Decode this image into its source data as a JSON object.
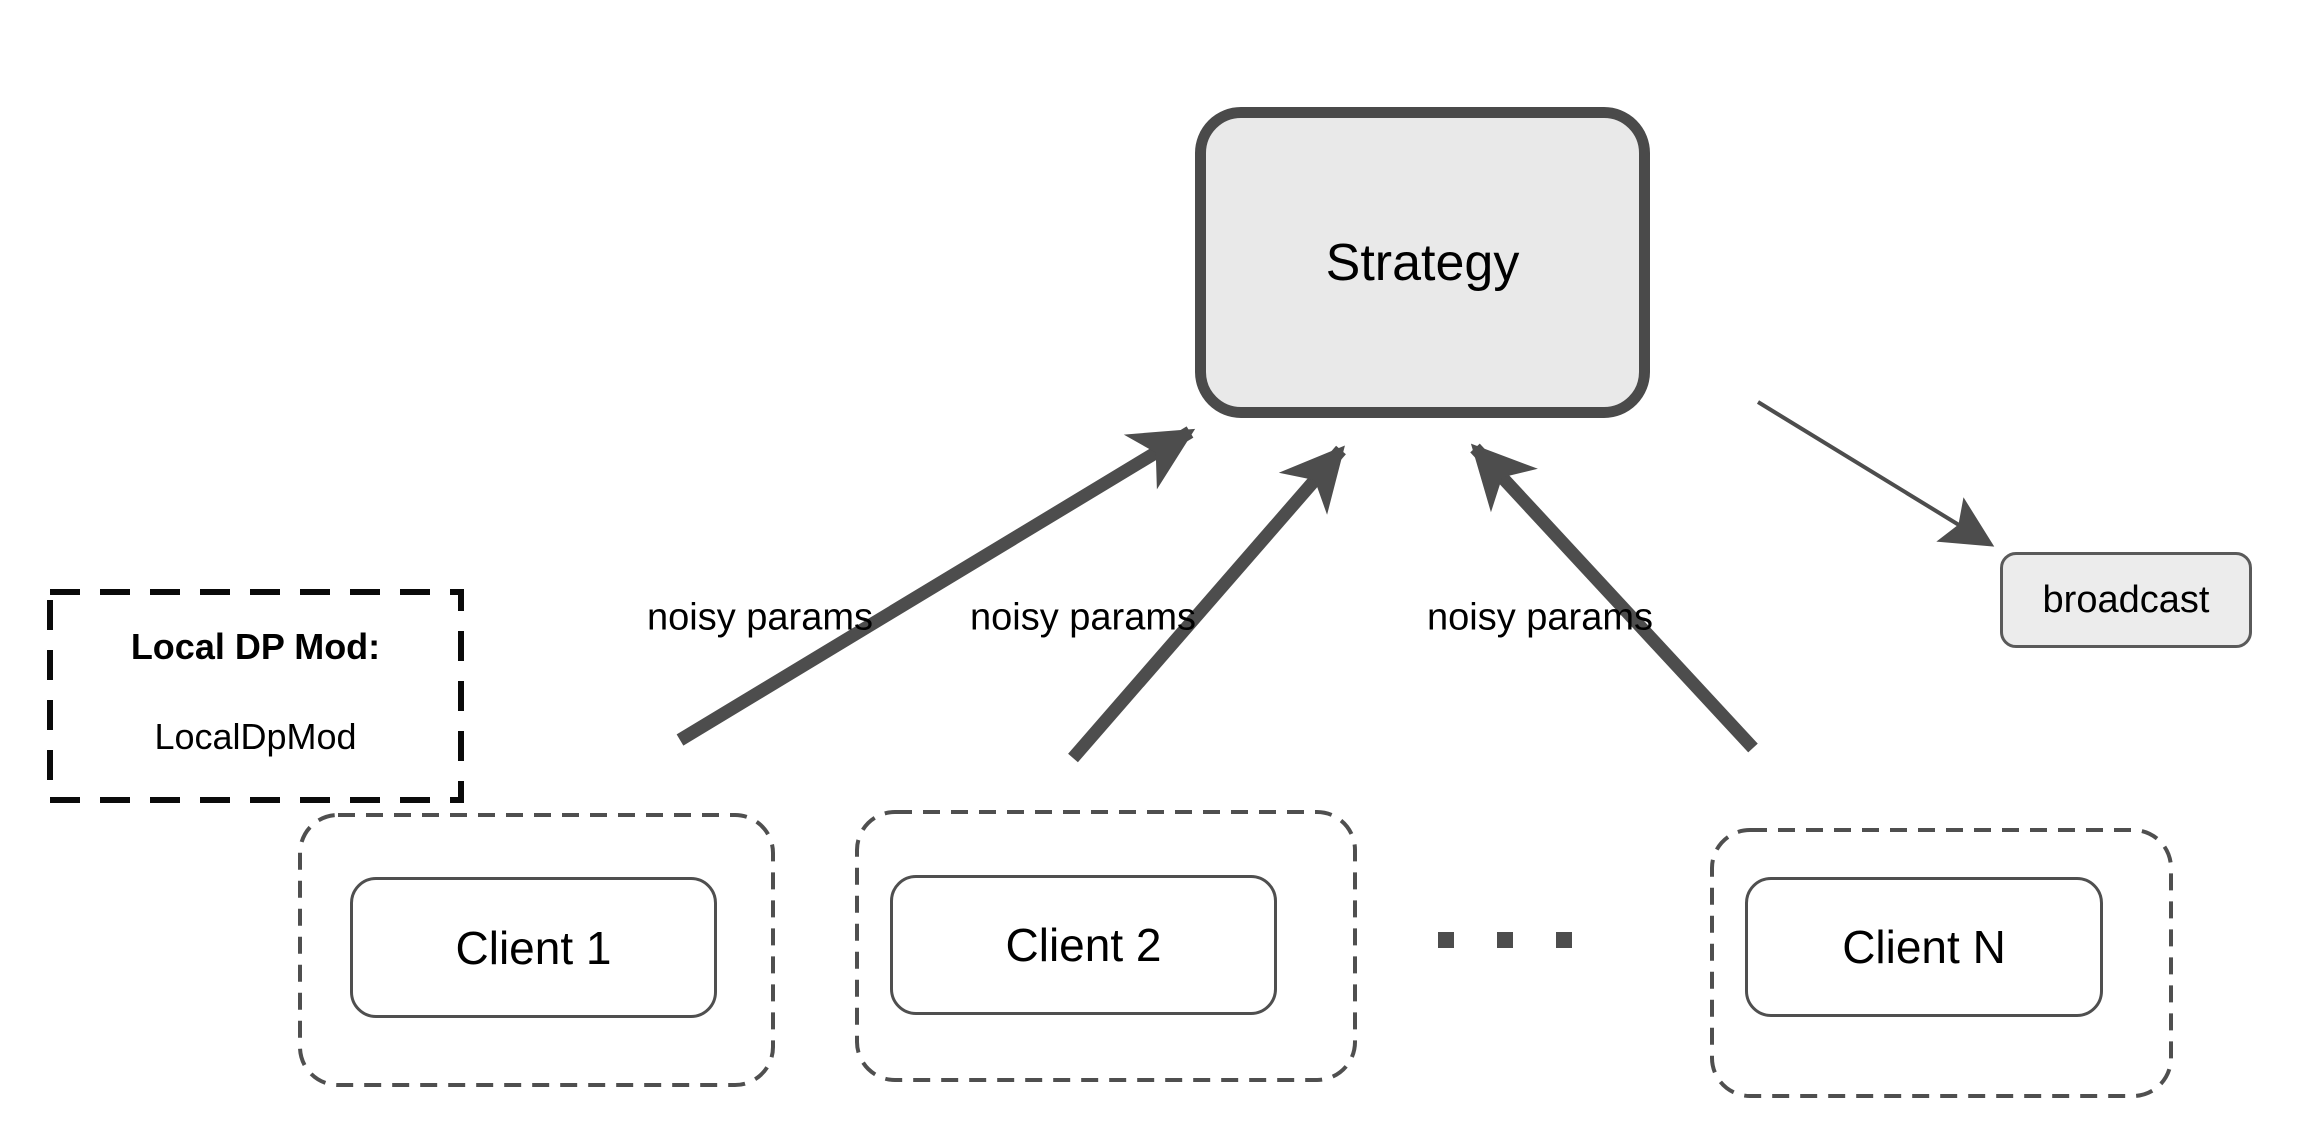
{
  "diagram": {
    "strategy": {
      "label": "Strategy"
    },
    "broadcast": {
      "label": "broadcast"
    },
    "local_dp_mod": {
      "heading": "Local DP Mod:",
      "value": "LocalDpMod"
    },
    "clients": [
      {
        "label": "Client 1"
      },
      {
        "label": "Client 2"
      },
      {
        "label": "Client N"
      }
    ],
    "edge_labels": [
      {
        "label": "noisy params"
      },
      {
        "label": "noisy params"
      },
      {
        "label": "noisy params"
      }
    ],
    "ellipsis_dot_count": 3,
    "colors": {
      "background": "#ffffff",
      "strategy_fill": "#e9e9e9",
      "strategy_border": "#4a4a4a",
      "broadcast_fill": "#ececec",
      "client_fill": "#ffffff",
      "outline_gray": "#4f4f4f",
      "dashed_annotation_border": "#000000",
      "arrow": "#4d4d4d",
      "text": "#000000"
    }
  }
}
